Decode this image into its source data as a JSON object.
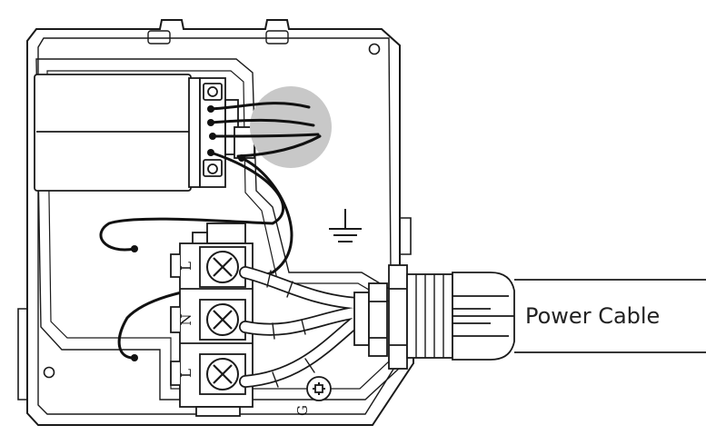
{
  "diagram": {
    "cable_label": "Power Cable",
    "terminals": [
      {
        "letter": "L",
        "role": "live"
      },
      {
        "letter": "N",
        "role": "neutral"
      },
      {
        "letter": "L",
        "role": "live"
      }
    ],
    "ground_label": "G",
    "symbols": [
      "ground-symbol-icon",
      "earth-screw-icon",
      "cable-gland-icon"
    ],
    "colors": {
      "line": "#1a1a1a",
      "wire": "#111111",
      "highlight": "#c8c8c8",
      "panel": "#ffffff"
    }
  }
}
